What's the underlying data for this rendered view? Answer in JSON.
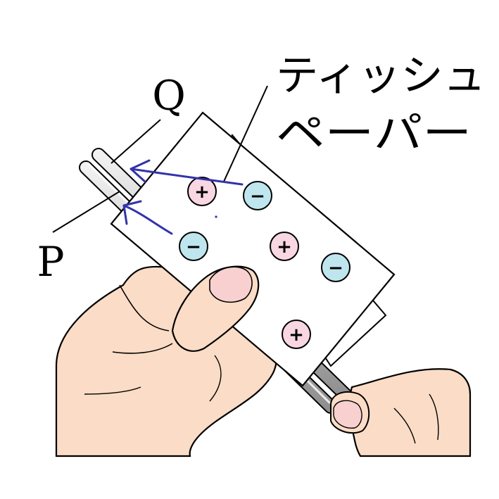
{
  "labels": {
    "q": "Q",
    "p": "P",
    "tissue_line1": "ティッシュ",
    "tissue_line2": "ペーパー"
  },
  "charges": [
    {
      "sign": "+",
      "type": "positive"
    },
    {
      "sign": "−",
      "type": "negative"
    },
    {
      "sign": "−",
      "type": "negative"
    },
    {
      "sign": "+",
      "type": "positive"
    },
    {
      "sign": "−",
      "type": "negative"
    },
    {
      "sign": "+",
      "type": "positive"
    }
  ],
  "colors": {
    "skin": "#fbdcc6",
    "nail": "#f8d0d0",
    "positive_fill": "#f8d6e2",
    "negative_fill": "#bfe6ee",
    "arrow": "#3333aa",
    "rod": "#c8c8c8"
  },
  "icons": [
    "hand-left-icon",
    "hand-right-icon",
    "rod-icon",
    "arrow-icon"
  ]
}
